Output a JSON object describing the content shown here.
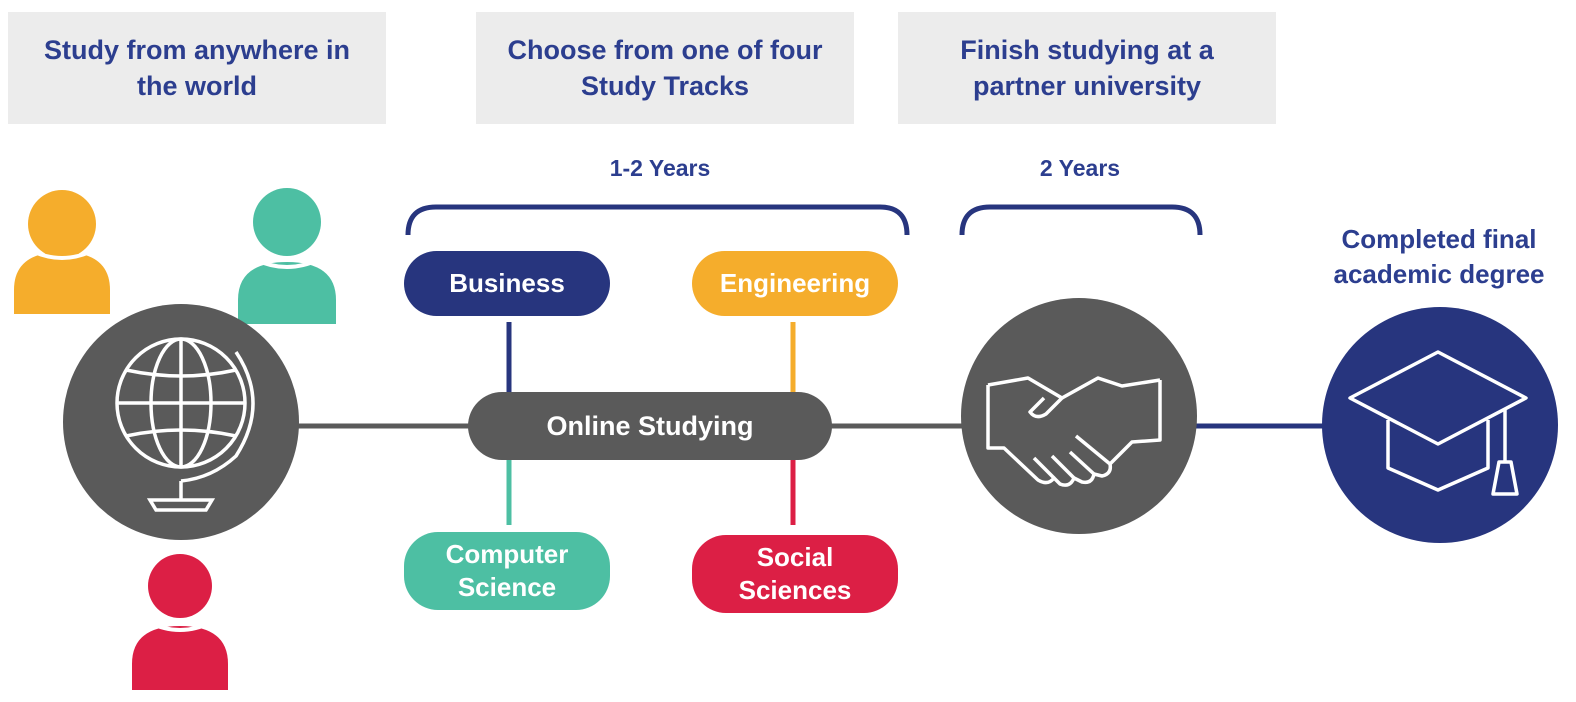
{
  "stages": [
    {
      "line1": "Study from anywhere in",
      "line2": "the world"
    },
    {
      "line1": "Choose from one of four",
      "line2": "Study Tracks"
    },
    {
      "line1": "Finish studying at a",
      "line2": "partner university"
    }
  ],
  "durations": {
    "tracks": "1-2 Years",
    "partner": "2 Years"
  },
  "center_label": "Online Studying",
  "tracks": [
    {
      "line1": "Business",
      "line2": "",
      "color": "#27357e"
    },
    {
      "line1": "Engineering",
      "line2": "",
      "color": "#f5ad2c"
    },
    {
      "line1": "Computer",
      "line2": "Science",
      "color": "#4dbfa3"
    },
    {
      "line1": "Social",
      "line2": "Sciences",
      "color": "#dc1f45"
    }
  ],
  "outcome": {
    "line1": "Completed final",
    "line2": "academic degree"
  },
  "colors": {
    "navy": "#27357e",
    "heading_text": "#2c3e8f",
    "dark_gray": "#5a5a5a",
    "header_bg": "#ececec",
    "person_orange": "#f5ad2c",
    "person_teal": "#4dbfa3",
    "person_red": "#dc1f45"
  },
  "icons": [
    "person-icon-orange",
    "person-icon-teal",
    "person-icon-red",
    "globe-icon",
    "handshake-icon",
    "graduation-cap-icon"
  ]
}
